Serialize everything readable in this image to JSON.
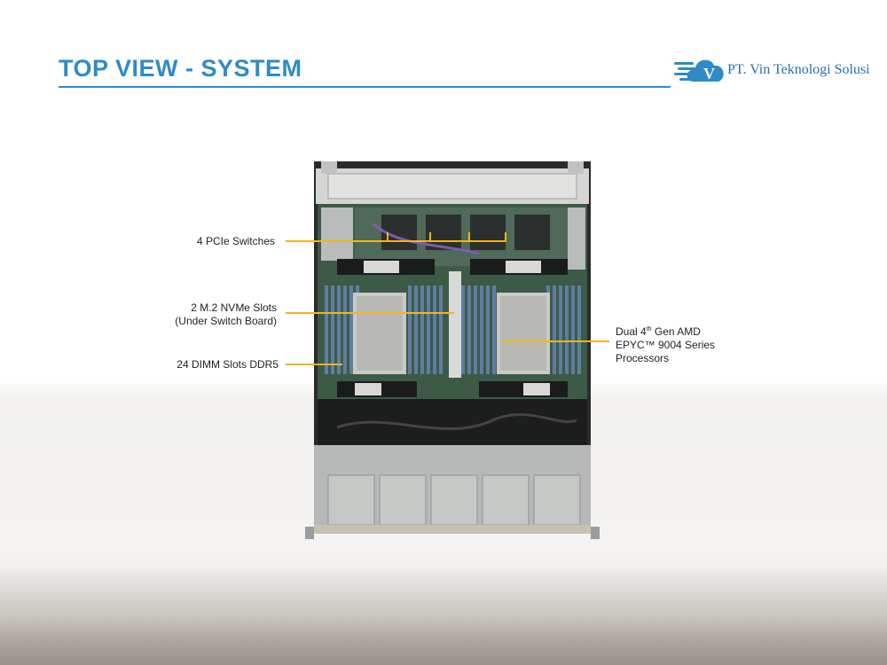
{
  "header": {
    "title": "TOP VIEW - SYSTEM",
    "brand_text": "PT. Vin Teknologi Solusi",
    "brand_logo_letter": "V"
  },
  "colors": {
    "accent": "#2e8bc8",
    "leader": "#f2b51c"
  },
  "callouts": {
    "pcie": "4 PCIe Switches",
    "m2_line1": "2 M.2 NVMe Slots",
    "m2_line2": "(Under Switch Board)",
    "dimm": "24 DIMM Slots DDR5",
    "cpu_line1_pre": "Dual 4",
    "cpu_line1_sup": "th",
    "cpu_line1_post": " Gen AMD",
    "cpu_line2": "EPYC™ 9004 Series",
    "cpu_line3": "Processors"
  }
}
